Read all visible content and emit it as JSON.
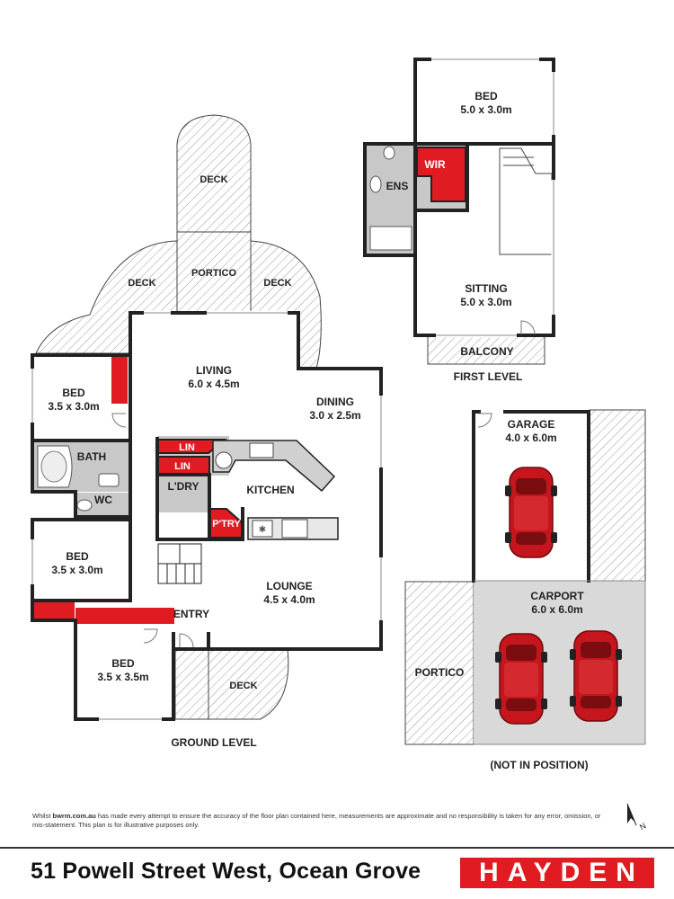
{
  "rooms": {
    "deck_top": "DECK",
    "portico_front": "PORTICO",
    "deck_left": "DECK",
    "deck_right": "DECK",
    "living": {
      "name": "LIVING",
      "size": "6.0 x 4.5m"
    },
    "dining": {
      "name": "DINING",
      "size": "3.0 x 2.5m"
    },
    "bed1": {
      "name": "BED",
      "size": "3.5 x 3.0m"
    },
    "bath": "BATH",
    "wc": "WC",
    "lin1": "LIN",
    "lin2": "LIN",
    "laundry": "L'DRY",
    "kitchen": "KITCHEN",
    "pantry": "P'TRY",
    "bed2": {
      "name": "BED",
      "size": "3.5 x 3.0m"
    },
    "lounge": {
      "name": "LOUNGE",
      "size": "4.5 x 4.0m"
    },
    "entry": "ENTRY",
    "bed3": {
      "name": "BED",
      "size": "3.5 x 3.5m"
    },
    "deck_bottom": "DECK",
    "bed_upper": {
      "name": "BED",
      "size": "5.0 x 3.0m"
    },
    "wir": "WIR",
    "ens": "ENS",
    "sitting": {
      "name": "SITTING",
      "size": "5.0 x 3.0m"
    },
    "balcony": "BALCONY",
    "garage": {
      "name": "GARAGE",
      "size": "4.0 x 6.0m"
    },
    "carport": {
      "name": "CARPORT",
      "size": "6.0 x 6.0m"
    },
    "portico_side": "PORTICO"
  },
  "levels": {
    "ground": "GROUND LEVEL",
    "first": "FIRST LEVEL",
    "note": "(NOT IN POSITION)"
  },
  "disclaimer": {
    "pre": "Whilst ",
    "brand": "bwrm.com.au",
    "post": " has made every attempt to ensure the accuracy of the floor plan contained here, measurements are approximate and no responsibility is taken for any error, omission, or mis-statement. This plan is for illustrative purposes only."
  },
  "address": "51 Powell Street West, Ocean Grove",
  "logo": "HAYDEN",
  "compass_letter": "N",
  "colors": {
    "accent": "#e11b22",
    "wall": "#222222",
    "wet_area": "#c8c8c8",
    "garage_floor": "#d9d9d9",
    "car": "#c4161c"
  }
}
